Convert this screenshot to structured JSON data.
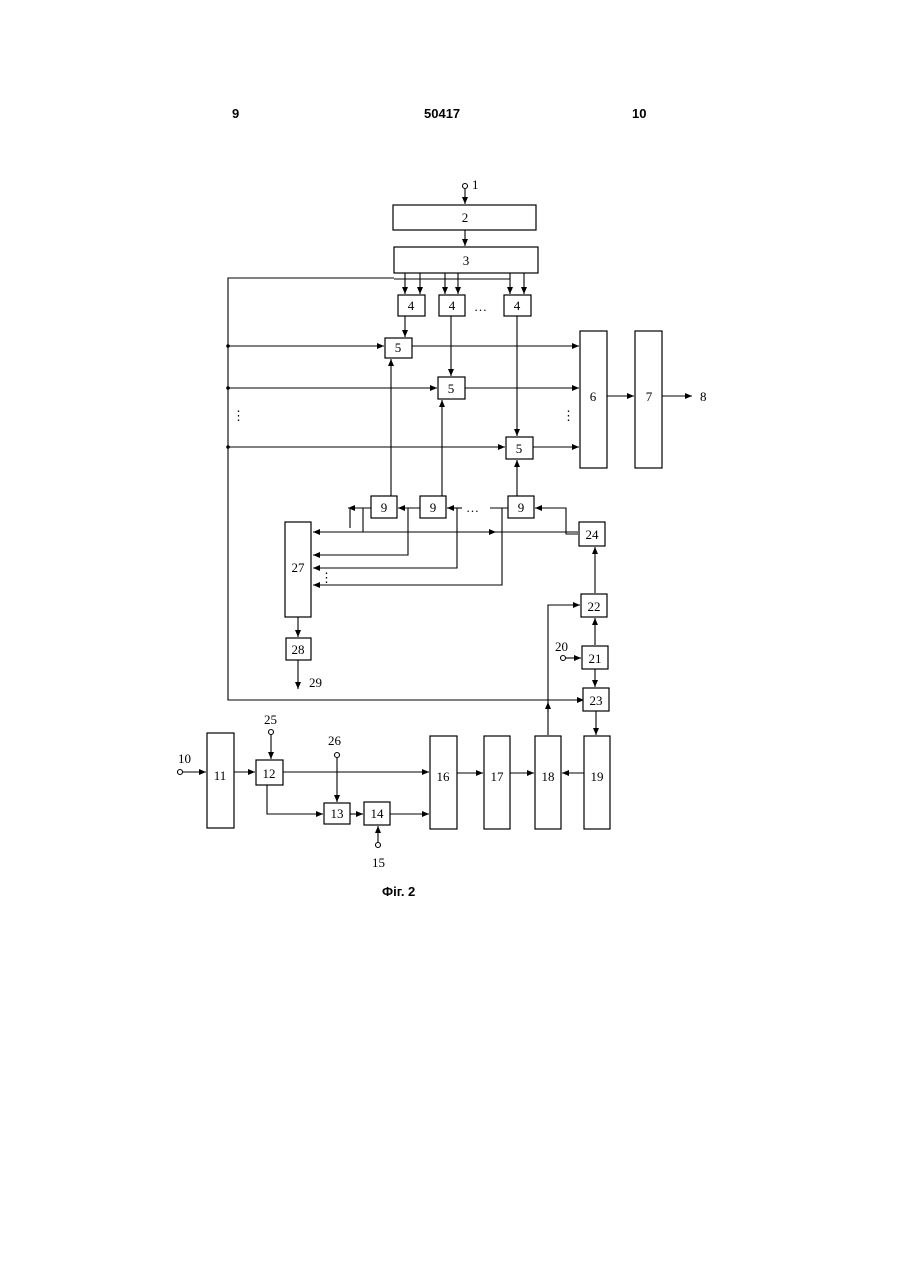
{
  "header": {
    "page_left": "9",
    "doc_number": "50417",
    "page_right": "10"
  },
  "caption": "Фіг. 2",
  "diagram": {
    "terminals": {
      "t1": "1",
      "t8": "8",
      "t10": "10",
      "t15": "15",
      "t20": "20",
      "t25": "25",
      "t26": "26",
      "t29": "29"
    },
    "blocks": {
      "b2": "2",
      "b3": "3",
      "b4": "4",
      "b5": "5",
      "b6": "6",
      "b7": "7",
      "b9": "9",
      "b11": "11",
      "b12": "12",
      "b13": "13",
      "b14": "14",
      "b16": "16",
      "b17": "17",
      "b18": "18",
      "b19": "19",
      "b21": "21",
      "b22": "22",
      "b23": "23",
      "b24": "24",
      "b27": "27",
      "b28": "28"
    },
    "ellipsis_h": "…",
    "ellipsis_v": "⋮"
  }
}
